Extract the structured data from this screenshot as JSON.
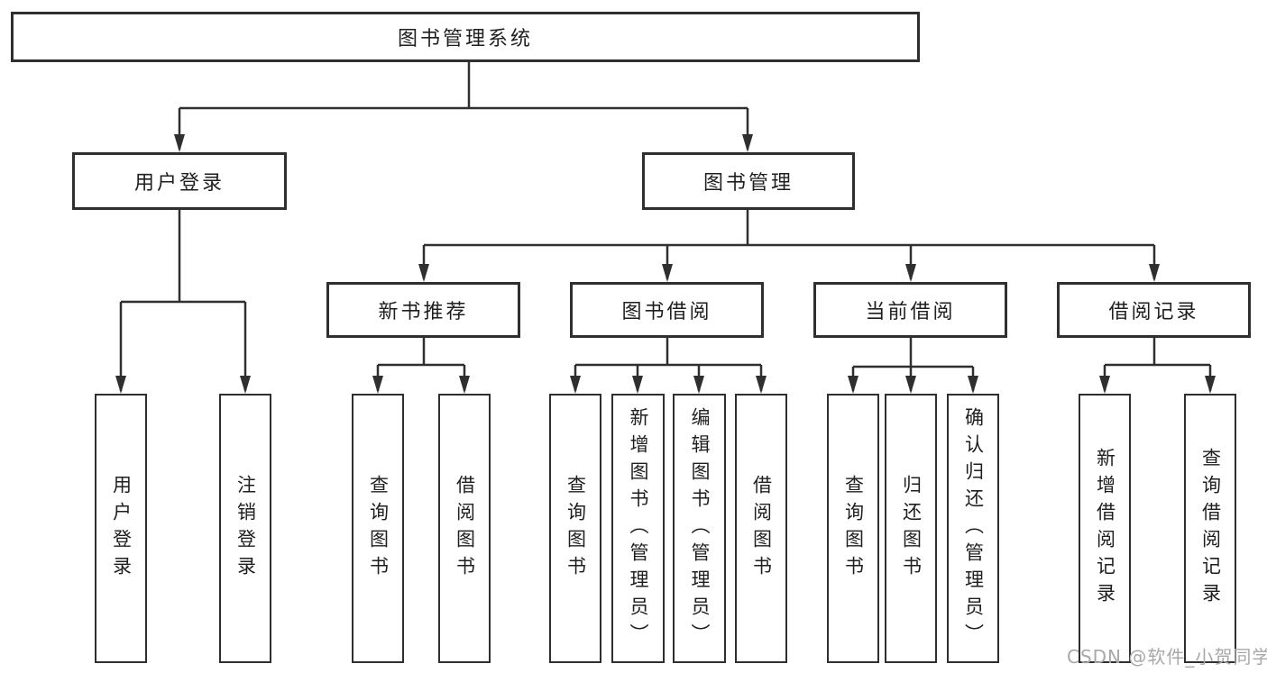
{
  "diagram": {
    "colors": {
      "line": "#2f2f2f",
      "text": "#1f1f1f",
      "background": "#ffffff",
      "watermark": "#a8a8a8"
    },
    "tree": {
      "root": {
        "label": "图书管理系统",
        "children": [
          {
            "label": "用户登录",
            "children": [
              {
                "label": "用户登录"
              },
              {
                "label": "注销登录"
              }
            ]
          },
          {
            "label": "图书管理",
            "children": [
              {
                "label": "新书推荐",
                "children": [
                  {
                    "label": "查询图书"
                  },
                  {
                    "label": "借阅图书"
                  }
                ]
              },
              {
                "label": "图书借阅",
                "children": [
                  {
                    "label": "查询图书"
                  },
                  {
                    "label": "新增图书（管理员）"
                  },
                  {
                    "label": "编辑图书（管理员）"
                  },
                  {
                    "label": "借阅图书"
                  }
                ]
              },
              {
                "label": "当前借阅",
                "children": [
                  {
                    "label": "查询图书"
                  },
                  {
                    "label": "归还图书"
                  },
                  {
                    "label": "确认归还（管理员）"
                  }
                ]
              },
              {
                "label": "借阅记录",
                "children": [
                  {
                    "label": "新增借阅记录"
                  },
                  {
                    "label": "查询借阅记录"
                  }
                ]
              }
            ]
          }
        ]
      }
    },
    "watermark": "CSDN @软件_小贺同学"
  }
}
